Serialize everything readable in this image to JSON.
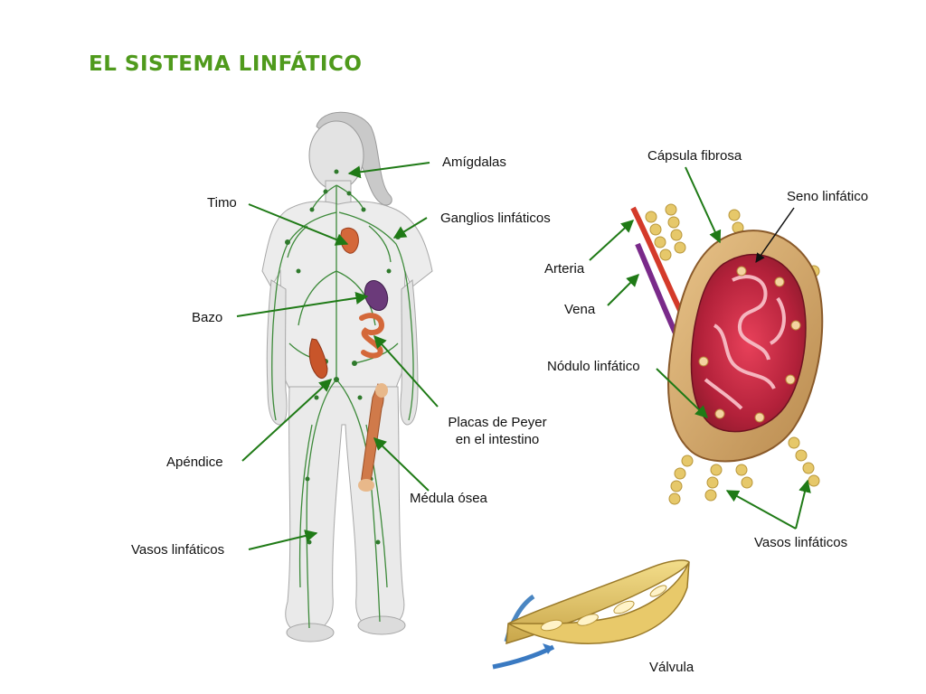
{
  "title": "EL SISTEMA LINFÁTICO",
  "colors": {
    "title": "#4f9a1c",
    "arrow": "#2e8b1e",
    "lymph": "#3d8a3a",
    "organ": "#c4562a"
  },
  "body_labels": {
    "amigdalas": "Amígdalas",
    "timo": "Timo",
    "ganglios": "Ganglios linfáticos",
    "bazo": "Bazo",
    "placas_line1": "Placas de Peyer",
    "placas_line2": "en el intestino",
    "apendice": "Apéndice",
    "medula": "Médula ósea",
    "vasos": "Vasos linfáticos"
  },
  "node_labels": {
    "capsula": "Cápsula fibrosa",
    "seno": "Seno linfático",
    "arteria": "Arteria",
    "vena": "Vena",
    "nodulo": "Nódulo linfático",
    "vasos": "Vasos linfáticos"
  },
  "valve_label": "Válvula"
}
